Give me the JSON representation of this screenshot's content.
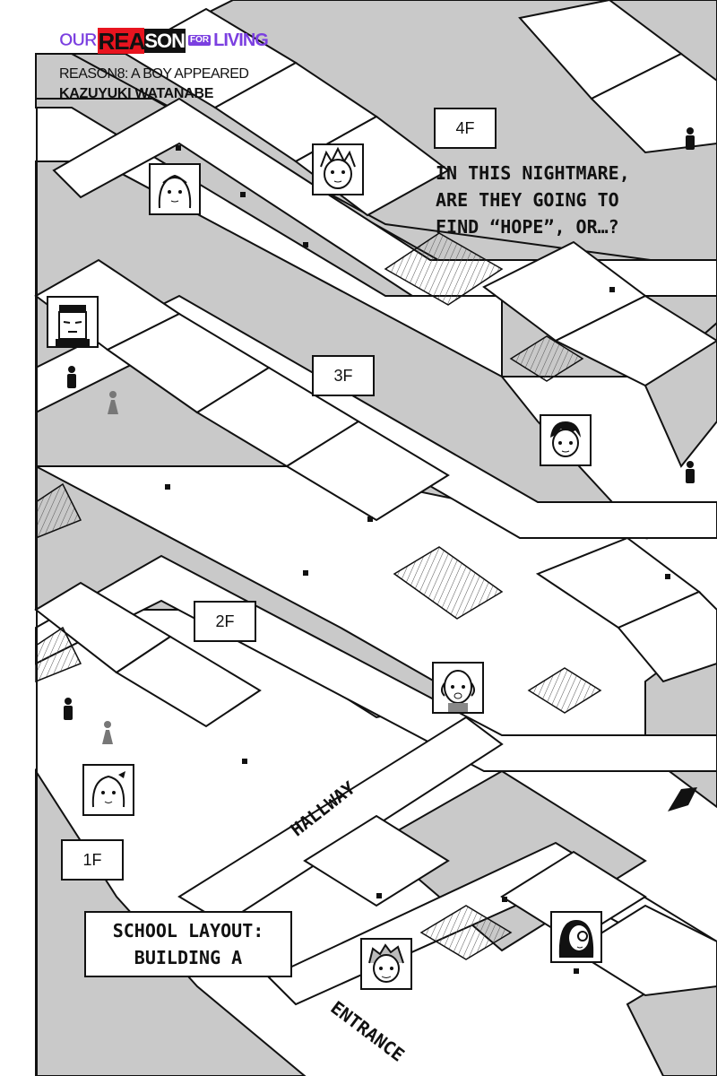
{
  "header": {
    "logo_our": "OUR",
    "logo_rea": "REA",
    "logo_son": "SON",
    "logo_for": "FOR",
    "logo_living": "LIVING",
    "subtitle": "REASON8: A BOY APPEARED",
    "author": "KAZUYUKI WATANABE"
  },
  "floors": {
    "f4": "4F",
    "f3": "3F",
    "f2": "2F",
    "f1": "1F"
  },
  "captions": {
    "hope": "IN THIS NIGHTMARE,\nARE THEY GOING TO\nFIND “HOPE”, OR…?",
    "layout": "SCHOOL LAYOUT:\nBUILDING A",
    "hallway": "HALLWAY",
    "entrance": "ENTRANCE"
  },
  "colors": {
    "logo_purple": "#7b3fe0",
    "logo_red": "#e8141f",
    "ink": "#111111",
    "floor_gray": "#c9c9c9"
  },
  "portraits": [
    {
      "icon": "girl-long-hair-portrait-icon"
    },
    {
      "icon": "spiky-hair-girl-portrait-icon"
    },
    {
      "icon": "stern-man-portrait-icon"
    },
    {
      "icon": "boy-portrait-icon"
    },
    {
      "icon": "bald-man-portrait-icon"
    },
    {
      "icon": "girl-with-bow-portrait-icon"
    },
    {
      "icon": "messy-hair-boy-portrait-icon"
    },
    {
      "icon": "glasses-girl-portrait-icon"
    }
  ]
}
